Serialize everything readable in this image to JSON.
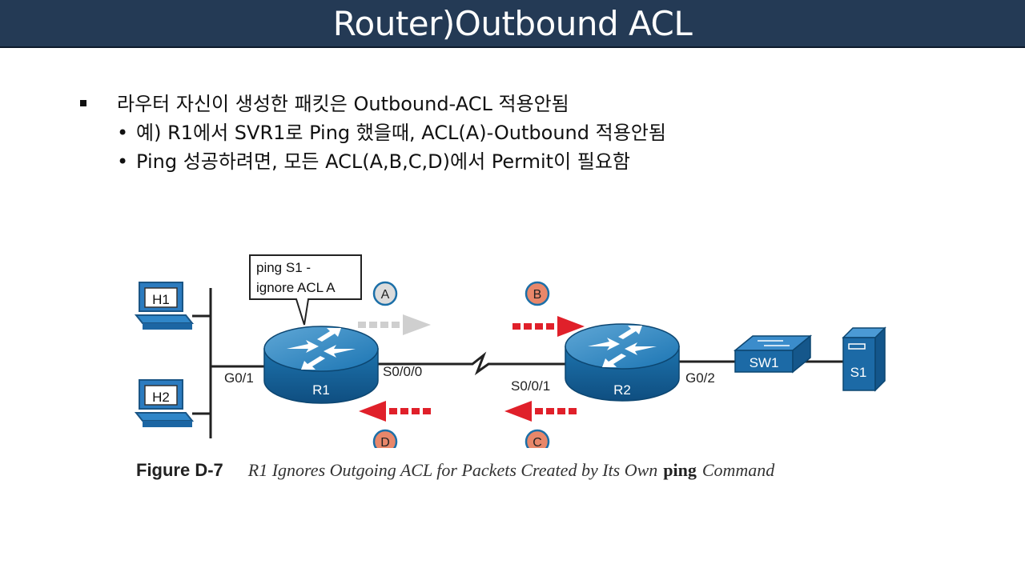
{
  "slide": {
    "title": "Router)Outbound ACL"
  },
  "bullets": {
    "main": "라우터 자신이 생성한 패킷은 Outbound-ACL 적용안됨",
    "sub1": "예) R1에서 SVR1로 Ping 했을때,  ACL(A)-Outbound 적용안됨",
    "sub2": "Ping 성공하려면, 모든 ACL(A,B,C,D)에서 Permit이 필요함",
    "sub_marker": "•"
  },
  "figure": {
    "hosts": [
      "H1",
      "H2"
    ],
    "routers": [
      "R1",
      "R2"
    ],
    "switch": "SW1",
    "server": "S1",
    "callout_line1": "ping S1 -",
    "callout_line2": "ignore ACL A",
    "interfaces": {
      "r1_lan": "G0/1",
      "r1_wan": "S0/0/0",
      "r2_wan": "S0/0/1",
      "r2_lan": "G0/2"
    },
    "acl_points": [
      "A",
      "B",
      "C",
      "D"
    ],
    "colors": {
      "router_blue": "#1b6fa8",
      "acl_ignored": "#d9d9d9",
      "acl_active": "#e8876a",
      "arrow_red": "#e0202a",
      "arrow_grey": "#cfcfcf"
    },
    "caption_label": "Figure D-7",
    "caption_text": "R1 Ignores Outgoing ACL for Packets Created by Its Own",
    "caption_cmd": "ping",
    "caption_end": "Command"
  }
}
